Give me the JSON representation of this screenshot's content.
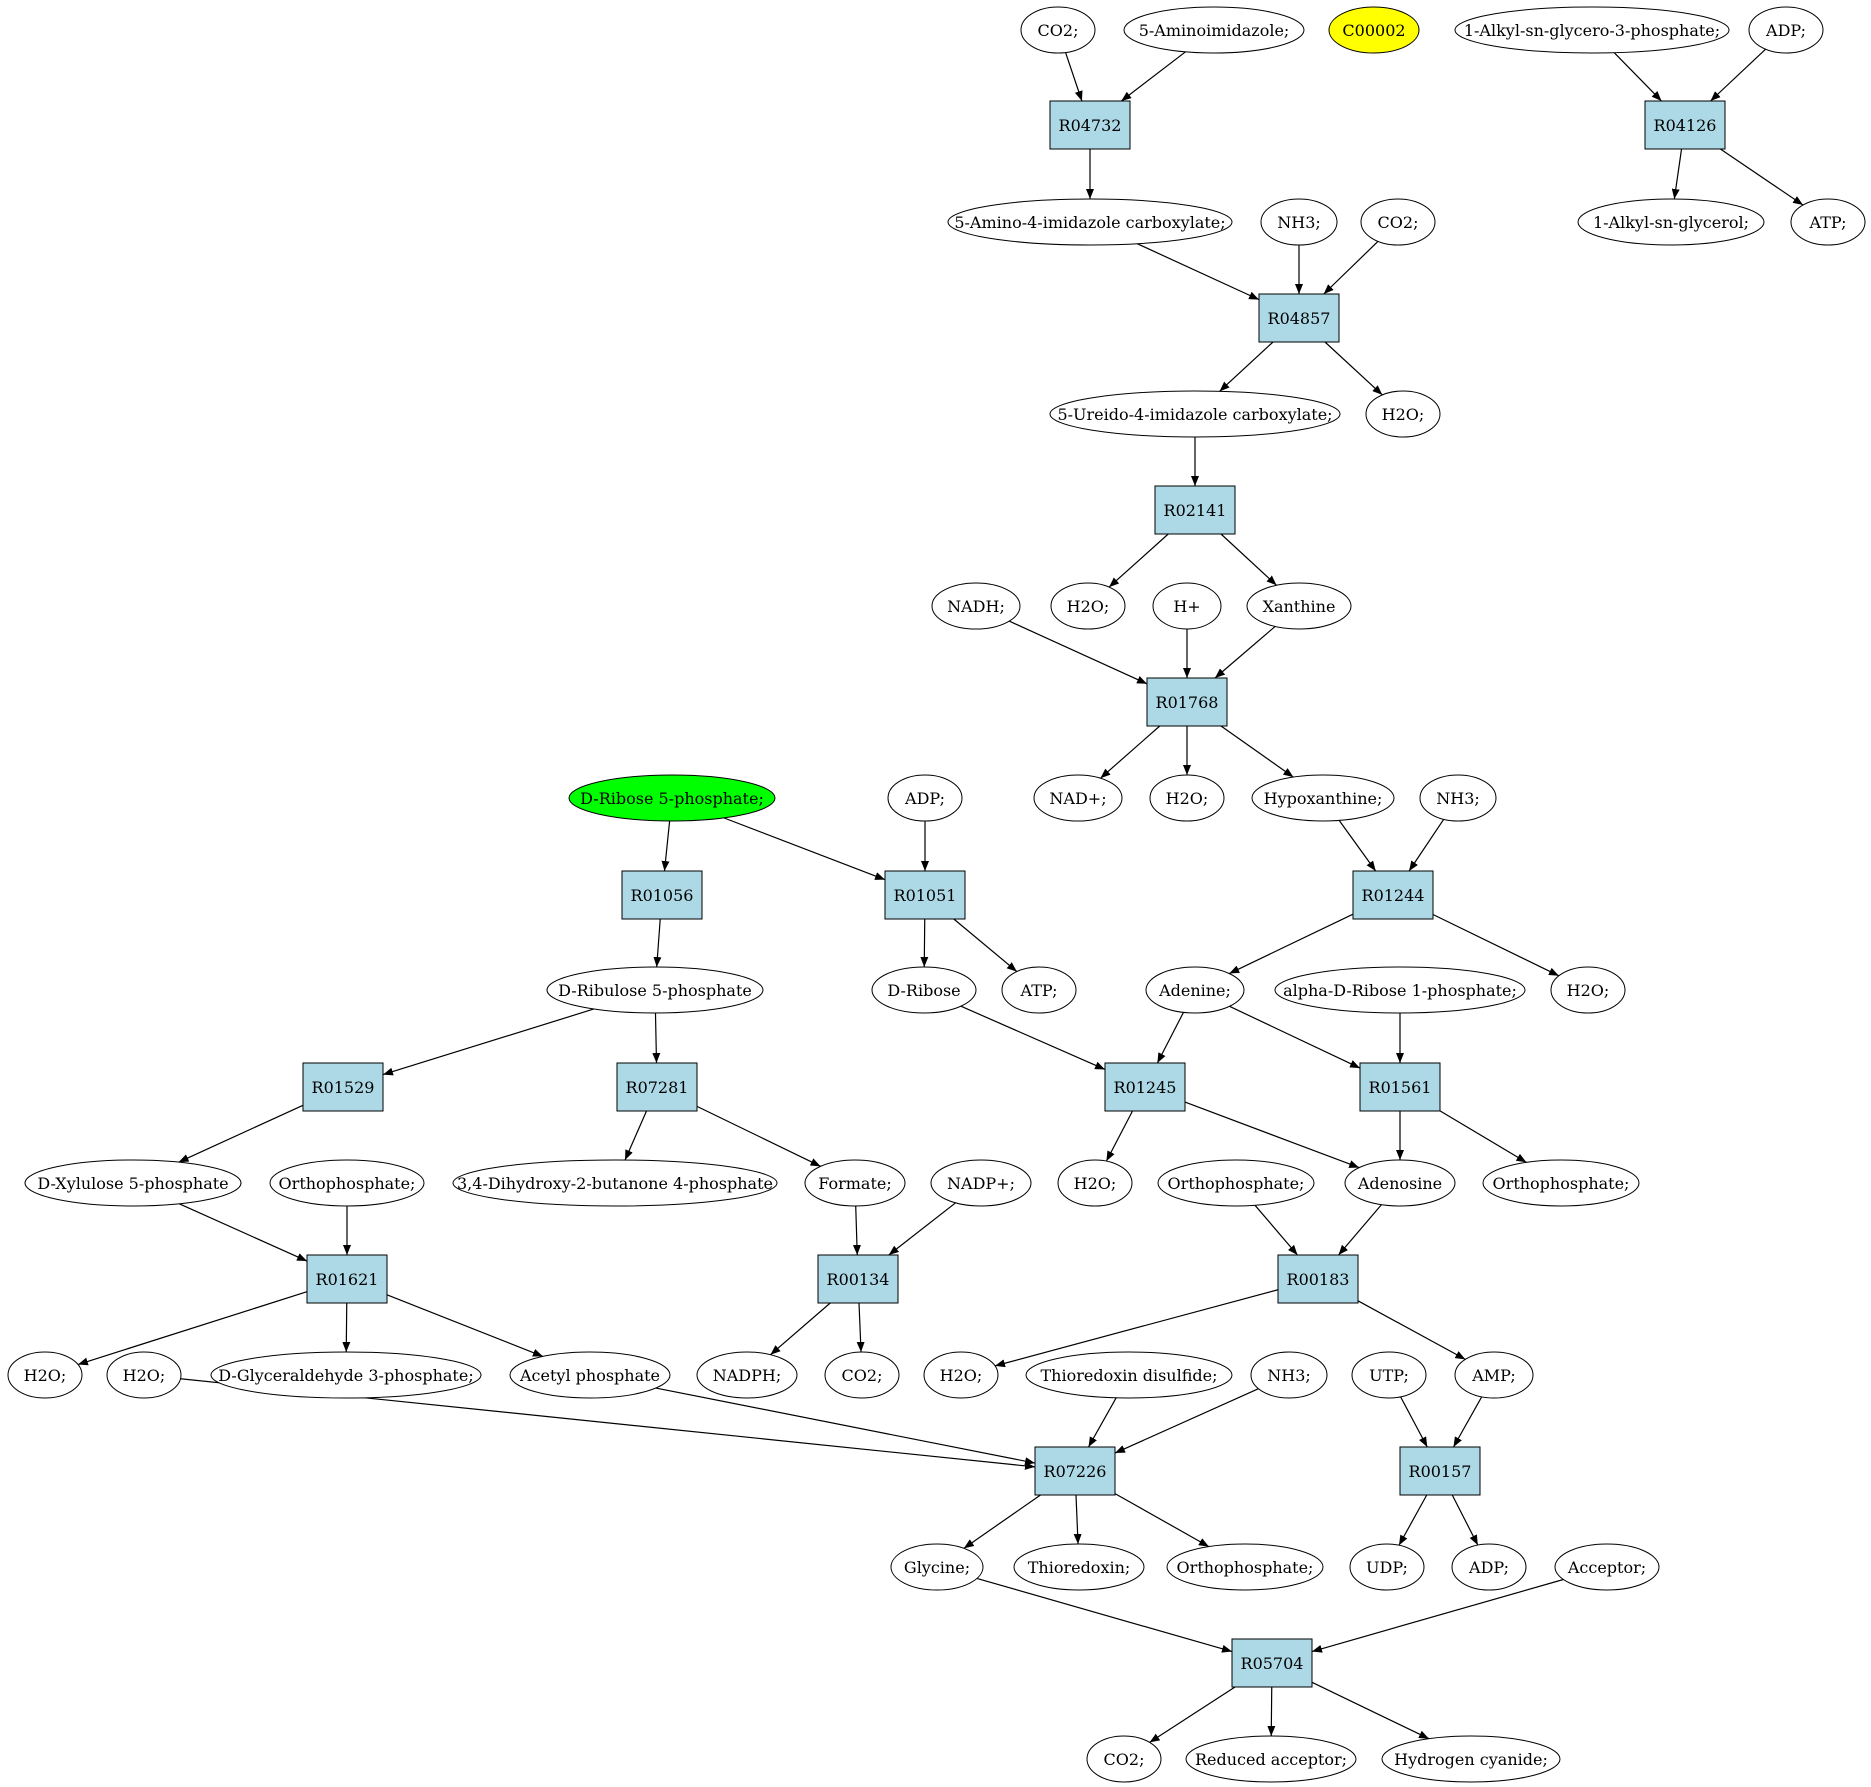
{
  "colors": {
    "reaction_fill": "#add8e6",
    "compound_fill": "#ffffff",
    "start_fill": "#00ff00",
    "highlight_fill": "#ffff00",
    "stroke": "#000000"
  },
  "reactions": [
    {
      "id": "R04732",
      "label": "R04732"
    },
    {
      "id": "R04126",
      "label": "R04126"
    },
    {
      "id": "R04857",
      "label": "R04857"
    },
    {
      "id": "R02141",
      "label": "R02141"
    },
    {
      "id": "R01768",
      "label": "R01768"
    },
    {
      "id": "R01056",
      "label": "R01056"
    },
    {
      "id": "R01051",
      "label": "R01051"
    },
    {
      "id": "R01244",
      "label": "R01244"
    },
    {
      "id": "R01529",
      "label": "R01529"
    },
    {
      "id": "R07281",
      "label": "R07281"
    },
    {
      "id": "R01245",
      "label": "R01245"
    },
    {
      "id": "R01561",
      "label": "R01561"
    },
    {
      "id": "R01621",
      "label": "R01621"
    },
    {
      "id": "R00134",
      "label": "R00134"
    },
    {
      "id": "R00183",
      "label": "R00183"
    },
    {
      "id": "R07226",
      "label": "R07226"
    },
    {
      "id": "R00157",
      "label": "R00157"
    },
    {
      "id": "R05704",
      "label": "R05704"
    }
  ],
  "compounds": [
    {
      "id": "c_co2_top",
      "label": "CO2;"
    },
    {
      "id": "c_5aminoimidazole",
      "label": "5-Aminoimidazole;"
    },
    {
      "id": "c_c00002",
      "label": "C00002",
      "kind": "highlight"
    },
    {
      "id": "c_alkylglycerophosphate",
      "label": "1-Alkyl-sn-glycero-3-phosphate;"
    },
    {
      "id": "c_adp_top",
      "label": "ADP;"
    },
    {
      "id": "c_5amino4imidazole",
      "label": "5-Amino-4-imidazole carboxylate;"
    },
    {
      "id": "c_nh3_top",
      "label": "NH3;"
    },
    {
      "id": "c_co2_r04857",
      "label": "CO2;"
    },
    {
      "id": "c_alkylglycerol",
      "label": "1-Alkyl-sn-glycerol;"
    },
    {
      "id": "c_atp_top",
      "label": "ATP;"
    },
    {
      "id": "c_5ureido",
      "label": "5-Ureido-4-imidazole carboxylate;"
    },
    {
      "id": "c_h2o_r04857",
      "label": "H2O;"
    },
    {
      "id": "c_nadh",
      "label": "NADH;"
    },
    {
      "id": "c_h2o_r02141",
      "label": "H2O;"
    },
    {
      "id": "c_hplus",
      "label": "H+"
    },
    {
      "id": "c_xanthine",
      "label": "Xanthine"
    },
    {
      "id": "c_dribose5p",
      "label": "D-Ribose 5-phosphate;",
      "kind": "start"
    },
    {
      "id": "c_adp_mid",
      "label": "ADP;"
    },
    {
      "id": "c_nadplus",
      "label": "NAD+;"
    },
    {
      "id": "c_h2o_r01768",
      "label": "H2O;"
    },
    {
      "id": "c_hypoxanthine",
      "label": "Hypoxanthine;"
    },
    {
      "id": "c_nh3_mid",
      "label": "NH3;"
    },
    {
      "id": "c_dribulose5p",
      "label": "D-Ribulose 5-phosphate"
    },
    {
      "id": "c_dribose",
      "label": "D-Ribose"
    },
    {
      "id": "c_atp_mid",
      "label": "ATP;"
    },
    {
      "id": "c_adenine",
      "label": "Adenine;"
    },
    {
      "id": "c_alphadribose1p",
      "label": "alpha-D-Ribose 1-phosphate;"
    },
    {
      "id": "c_h2o_r01244",
      "label": "H2O;"
    },
    {
      "id": "c_dxylulose5p",
      "label": "D-Xylulose 5-phosphate"
    },
    {
      "id": "c_orthophosphate_r01621",
      "label": "Orthophosphate;"
    },
    {
      "id": "c_dihydroxybutanone",
      "label": "3,4-Dihydroxy-2-butanone 4-phosphate"
    },
    {
      "id": "c_formate",
      "label": "Formate;"
    },
    {
      "id": "c_nadpplus",
      "label": "NADP+;"
    },
    {
      "id": "c_h2o_r01245",
      "label": "H2O;"
    },
    {
      "id": "c_orthophosphate_r00183",
      "label": "Orthophosphate;"
    },
    {
      "id": "c_adenosine",
      "label": "Adenosine"
    },
    {
      "id": "c_orthophosphate_r01561",
      "label": "Orthophosphate;"
    },
    {
      "id": "c_h2o_r01621a",
      "label": "H2O;"
    },
    {
      "id": "c_h2o_r01621b",
      "label": "H2O;"
    },
    {
      "id": "c_dglyceraldehyde3p",
      "label": "D-Glyceraldehyde 3-phosphate;"
    },
    {
      "id": "c_acetylphosphate",
      "label": "Acetyl phosphate"
    },
    {
      "id": "c_nadph",
      "label": "NADPH;"
    },
    {
      "id": "c_co2_r00134",
      "label": "CO2;"
    },
    {
      "id": "c_h2o_r00183",
      "label": "H2O;"
    },
    {
      "id": "c_thioredoxindisulfide",
      "label": "Thioredoxin disulfide;"
    },
    {
      "id": "c_nh3_low",
      "label": "NH3;"
    },
    {
      "id": "c_utp",
      "label": "UTP;"
    },
    {
      "id": "c_amp",
      "label": "AMP;"
    },
    {
      "id": "c_glycine",
      "label": "Glycine;"
    },
    {
      "id": "c_thioredoxin",
      "label": "Thioredoxin;"
    },
    {
      "id": "c_orthophosphate_r07226",
      "label": "Orthophosphate;"
    },
    {
      "id": "c_udp",
      "label": "UDP;"
    },
    {
      "id": "c_adp_low",
      "label": "ADP;"
    },
    {
      "id": "c_acceptor",
      "label": "Acceptor;"
    },
    {
      "id": "c_co2_bottom",
      "label": "CO2;"
    },
    {
      "id": "c_reducedacceptor",
      "label": "Reduced acceptor;"
    },
    {
      "id": "c_hydrogencyanide",
      "label": "Hydrogen cyanide;"
    }
  ],
  "edges": [
    [
      "c_co2_top",
      "R04732"
    ],
    [
      "c_5aminoimidazole",
      "R04732"
    ],
    [
      "R04732",
      "c_5amino4imidazole"
    ],
    [
      "c_alkylglycerophosphate",
      "R04126"
    ],
    [
      "c_adp_top",
      "R04126"
    ],
    [
      "R04126",
      "c_alkylglycerol"
    ],
    [
      "R04126",
      "c_atp_top"
    ],
    [
      "c_5amino4imidazole",
      "R04857"
    ],
    [
      "c_nh3_top",
      "R04857"
    ],
    [
      "c_co2_r04857",
      "R04857"
    ],
    [
      "R04857",
      "c_5ureido"
    ],
    [
      "R04857",
      "c_h2o_r04857"
    ],
    [
      "c_5ureido",
      "R02141"
    ],
    [
      "R02141",
      "c_h2o_r02141"
    ],
    [
      "R02141",
      "c_xanthine"
    ],
    [
      "c_nadh",
      "R01768"
    ],
    [
      "c_hplus",
      "R01768"
    ],
    [
      "c_xanthine",
      "R01768"
    ],
    [
      "R01768",
      "c_nadplus"
    ],
    [
      "R01768",
      "c_h2o_r01768"
    ],
    [
      "R01768",
      "c_hypoxanthine"
    ],
    [
      "c_dribose5p",
      "R01056"
    ],
    [
      "c_dribose5p",
      "R01051"
    ],
    [
      "c_adp_mid",
      "R01051"
    ],
    [
      "c_hypoxanthine",
      "R01244"
    ],
    [
      "c_nh3_mid",
      "R01244"
    ],
    [
      "R01056",
      "c_dribulose5p"
    ],
    [
      "R01051",
      "c_dribose"
    ],
    [
      "R01051",
      "c_atp_mid"
    ],
    [
      "R01244",
      "c_adenine"
    ],
    [
      "R01244",
      "c_h2o_r01244"
    ],
    [
      "c_dribulose5p",
      "R01529"
    ],
    [
      "c_dribulose5p",
      "R07281"
    ],
    [
      "c_dribose",
      "R01245"
    ],
    [
      "c_adenine",
      "R01245"
    ],
    [
      "c_adenine",
      "R01561"
    ],
    [
      "c_alphadribose1p",
      "R01561"
    ],
    [
      "R01529",
      "c_dxylulose5p"
    ],
    [
      "R07281",
      "c_dihydroxybutanone"
    ],
    [
      "R07281",
      "c_formate"
    ],
    [
      "R01245",
      "c_h2o_r01245"
    ],
    [
      "R01245",
      "c_adenosine"
    ],
    [
      "R01561",
      "c_adenosine"
    ],
    [
      "R01561",
      "c_orthophosphate_r01561"
    ],
    [
      "c_dxylulose5p",
      "R01621"
    ],
    [
      "c_orthophosphate_r01621",
      "R01621"
    ],
    [
      "c_formate",
      "R00134"
    ],
    [
      "c_nadpplus",
      "R00134"
    ],
    [
      "c_orthophosphate_r00183",
      "R00183"
    ],
    [
      "c_adenosine",
      "R00183"
    ],
    [
      "R01621",
      "c_h2o_r01621a"
    ],
    [
      "R01621",
      "c_dglyceraldehyde3p"
    ],
    [
      "R01621",
      "c_acetylphosphate"
    ],
    [
      "R00134",
      "c_nadph"
    ],
    [
      "R00134",
      "c_co2_r00134"
    ],
    [
      "R00183",
      "c_h2o_r00183"
    ],
    [
      "R00183",
      "c_amp"
    ],
    [
      "c_h2o_r01621b",
      "R07226"
    ],
    [
      "c_acetylphosphate",
      "R07226"
    ],
    [
      "c_thioredoxindisulfide",
      "R07226"
    ],
    [
      "c_nh3_low",
      "R07226"
    ],
    [
      "c_utp",
      "R00157"
    ],
    [
      "c_amp",
      "R00157"
    ],
    [
      "R07226",
      "c_glycine"
    ],
    [
      "R07226",
      "c_thioredoxin"
    ],
    [
      "R07226",
      "c_orthophosphate_r07226"
    ],
    [
      "R00157",
      "c_udp"
    ],
    [
      "R00157",
      "c_adp_low"
    ],
    [
      "c_glycine",
      "R05704"
    ],
    [
      "c_acceptor",
      "R05704"
    ],
    [
      "R05704",
      "c_co2_bottom"
    ],
    [
      "R05704",
      "c_reducedacceptor"
    ],
    [
      "R05704",
      "c_hydrogencyanide"
    ]
  ]
}
